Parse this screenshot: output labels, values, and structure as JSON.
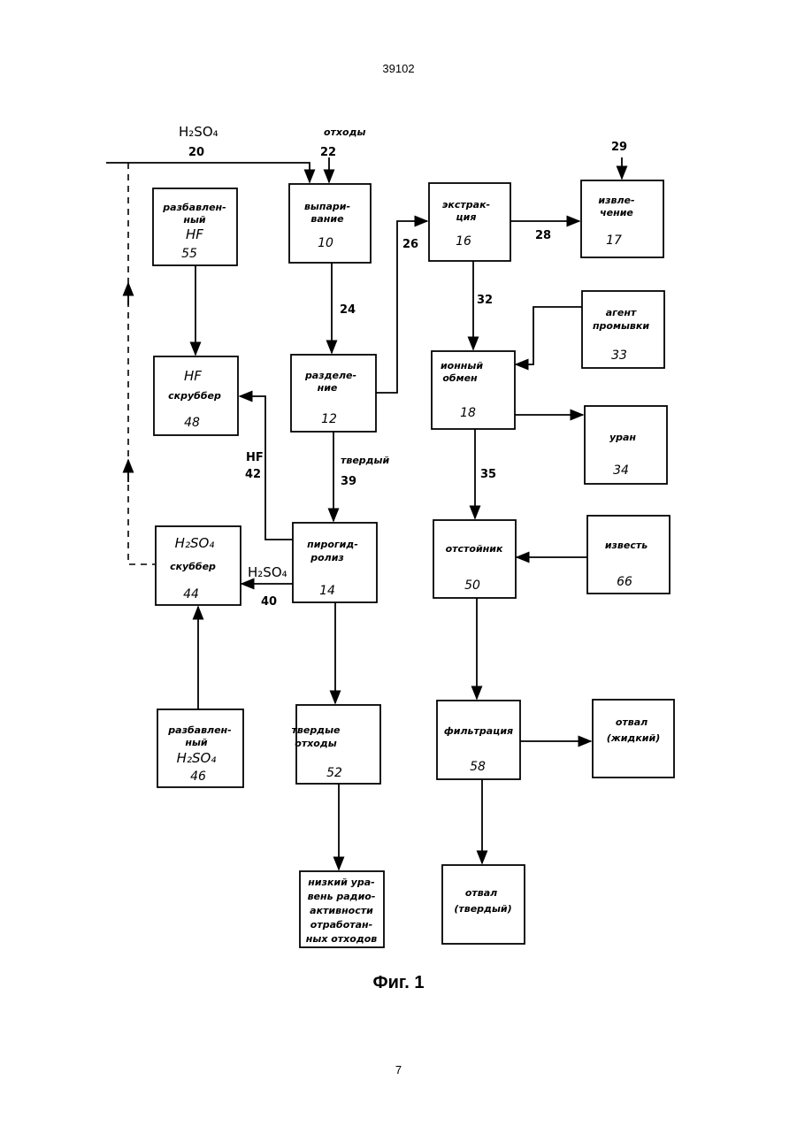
{
  "header": {
    "doc_number": "39102"
  },
  "footer": {
    "page_number": "7"
  },
  "figure": {
    "caption": "Фиг. 1"
  },
  "inputs": {
    "h2so4_top": {
      "label": "H₂SO₄",
      "num": "20"
    },
    "waste_in": {
      "label": "отходы",
      "num": "22"
    },
    "input_29": {
      "num": "29"
    }
  },
  "boxes": {
    "b55": {
      "lines": [
        "разбавлен-",
        "ный",
        "HF"
      ],
      "num": "55"
    },
    "b10": {
      "lines": [
        "выпари-",
        "вание"
      ],
      "num": "10"
    },
    "b16": {
      "lines": [
        "экстрак-",
        "ция"
      ],
      "num": "16"
    },
    "b17": {
      "lines": [
        "извле-",
        "чение"
      ],
      "num": "17"
    },
    "b48": {
      "lines": [
        "HF",
        "скруббер"
      ],
      "num": "48"
    },
    "b12": {
      "lines": [
        "разделе-",
        "ние"
      ],
      "num": "12"
    },
    "b33": {
      "lines": [
        "агент",
        "промывки"
      ],
      "num": "33"
    },
    "b18": {
      "lines": [
        "ионный",
        "обмен"
      ],
      "num": "18"
    },
    "b34": {
      "lines": [
        "уран"
      ],
      "num": "34"
    },
    "b44": {
      "lines": [
        "H₂SO₄",
        "скуббер"
      ],
      "num": "44"
    },
    "b14": {
      "lines": [
        "пирогид-",
        "ролиз"
      ],
      "num": "14"
    },
    "b50": {
      "lines": [
        "отстойник"
      ],
      "num": "50"
    },
    "b66": {
      "lines": [
        "известь"
      ],
      "num": "66"
    },
    "b46": {
      "lines": [
        "разбавлен-",
        "ный",
        "H₂SO₄"
      ],
      "num": "46"
    },
    "b52": {
      "lines": [
        "твердые",
        "отходы"
      ],
      "num": "52"
    },
    "b58": {
      "lines": [
        "фильтрация"
      ],
      "num": "58"
    },
    "b_liquid": {
      "lines": [
        "отвал",
        "(жидкий)"
      ]
    },
    "b_lowlevel": {
      "lines": [
        "низкий ура-",
        "вень радио-",
        "активности",
        "отработан-",
        "ных отходов"
      ]
    },
    "b_solid": {
      "lines": [
        "отвал",
        "(твердый)"
      ]
    }
  },
  "flows": {
    "f24": "24",
    "f26": "26",
    "f28": "28",
    "f32": "32",
    "f35": "35",
    "f_hf": {
      "label": "HF",
      "num": "42"
    },
    "f_solid": {
      "label": "твердый",
      "num": "39"
    },
    "f_h2so4": {
      "label": "H₂SO₄",
      "num": "40"
    }
  }
}
